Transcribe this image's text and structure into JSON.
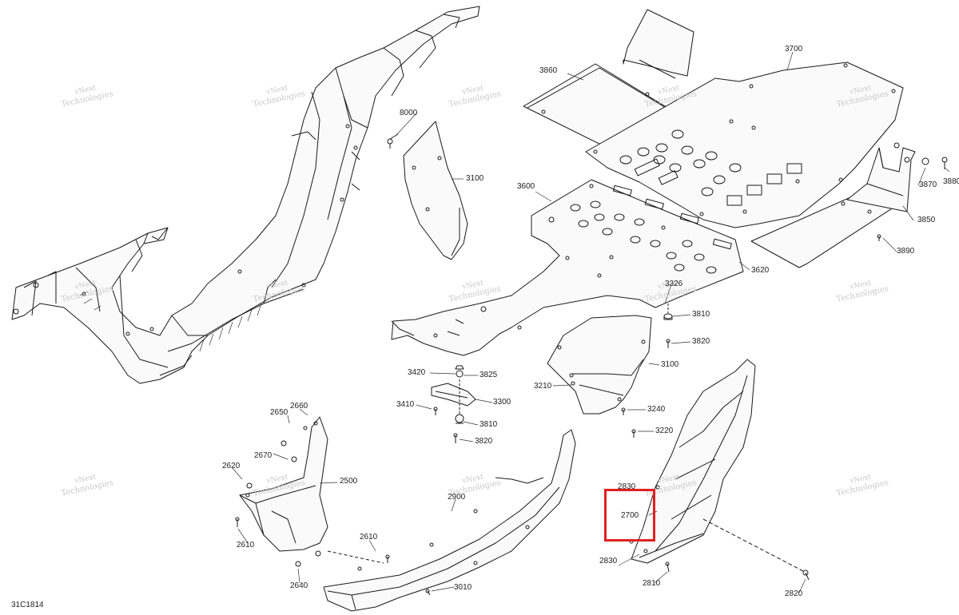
{
  "diagram_code": "31C1814",
  "highlight_color": "#e02020",
  "highlighted_part": "2700",
  "watermark": {
    "line1": "vNext",
    "line2": "Technologies"
  },
  "labels": {
    "p3700": "3700",
    "p3860": "3860",
    "p8000": "8000",
    "p3100a": "3100",
    "p3600": "3600",
    "p3870": "3870",
    "p3880": "3880",
    "p3850": "3850",
    "p3890": "3890",
    "p3620": "3620",
    "p3326": "3326",
    "p3810a": "3810",
    "p3820a": "3820",
    "p3100b": "3100",
    "p3420": "3420",
    "p3825": "3825",
    "p3210": "3210",
    "p3300": "3300",
    "p3410": "3410",
    "p3810b": "3810",
    "p3820b": "3820",
    "p3240": "3240",
    "p3220": "3220",
    "p2660": "2660",
    "p2650": "2650",
    "p2670": "2670",
    "p2620": "2620",
    "p2500": "2500",
    "p2900": "2900",
    "p2830a": "2830",
    "p2700": "2700",
    "p2610a": "2610",
    "p2610b": "2610",
    "p2640": "2640",
    "p3010": "3010",
    "p2830b": "2830",
    "p2810": "2810",
    "p2820": "2820"
  }
}
